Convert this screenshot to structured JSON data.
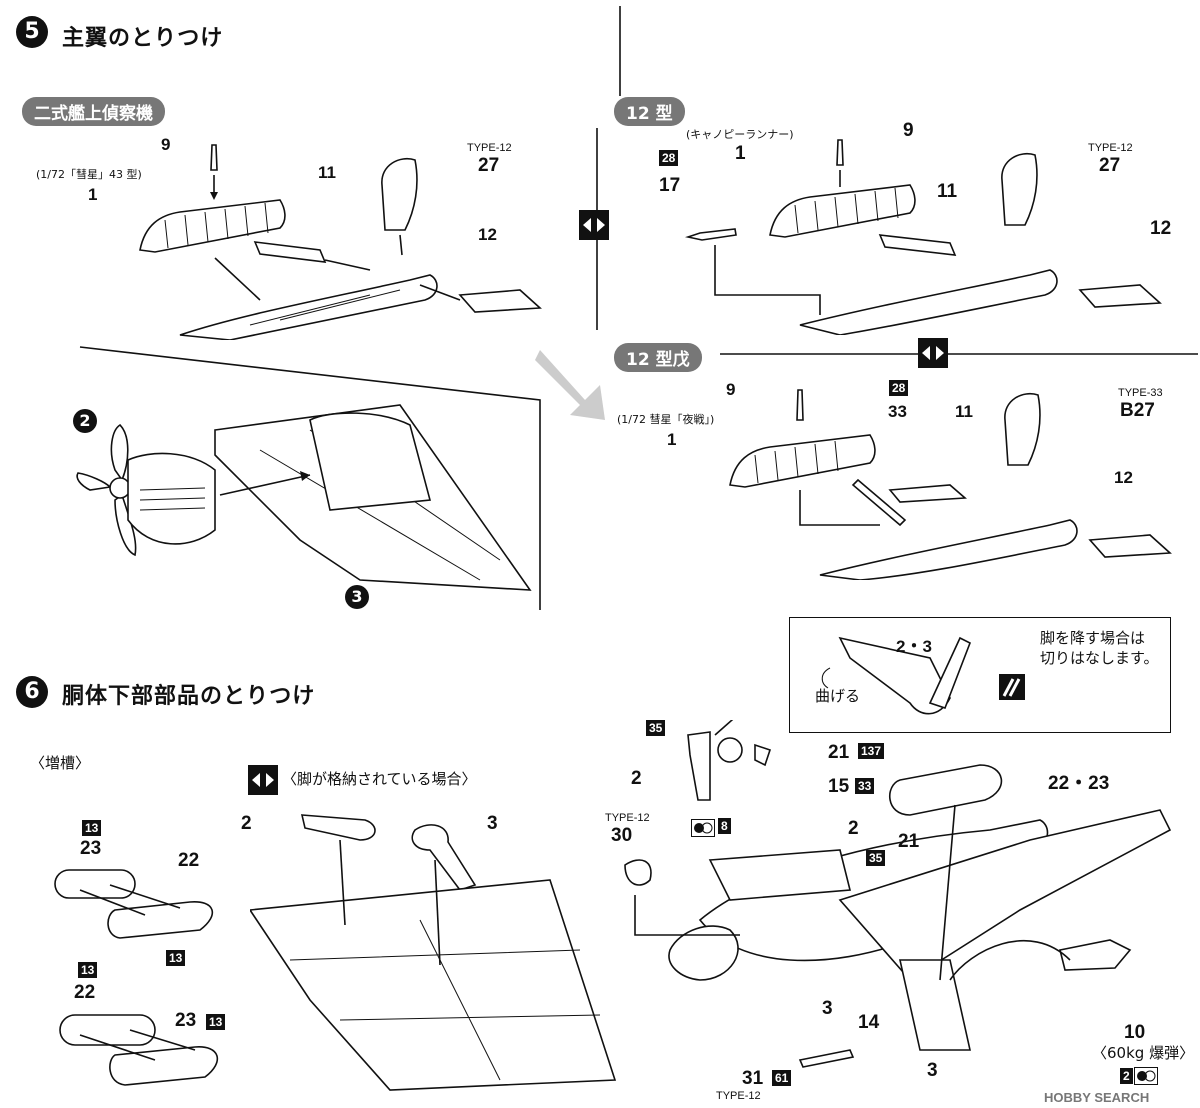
{
  "step5": {
    "number": "5",
    "title": "主翼のとりつけ"
  },
  "step6": {
    "number": "6",
    "title": "胴体下部部品のとりつけ"
  },
  "variants": {
    "nishiki": "二式艦上偵察機",
    "type12": "12 型",
    "type12b": "12 型戊"
  },
  "notes": {
    "suisei43": "(1/72「彗星」43 型)",
    "canopy_runner": "(キャノピーランナー)",
    "suisei_night": "(1/72 彗星「夜戦」)",
    "drop_tank": "〈増槽〉",
    "gear_retracted": "〈脚が格納されている場合〉",
    "gear_down": "脚を降す場合は\n切りはなします。",
    "bend": "曲げる",
    "bomb": "〈60kg 爆弾〉"
  },
  "types": {
    "t12": "TYPE-12",
    "t33": "TYPE-33"
  },
  "parts": {
    "p1": "1",
    "p2": "2",
    "p3": "3",
    "p9": "9",
    "p10": "10",
    "p11": "11",
    "p12": "12",
    "p14": "14",
    "p15": "15",
    "p17": "17",
    "p21": "21",
    "p22": "22",
    "p23": "23",
    "p27": "27",
    "pB27": "B27",
    "p30": "30",
    "p31": "31",
    "p33": "33",
    "p2_3": "2・3",
    "p22_23": "22・23"
  },
  "paint": {
    "c13": "13",
    "c28": "28",
    "c33": "33",
    "c35": "35",
    "c61": "61",
    "c137": "137",
    "c8": "8",
    "c2": "2"
  },
  "watermark": "HOBBY SEARCH"
}
